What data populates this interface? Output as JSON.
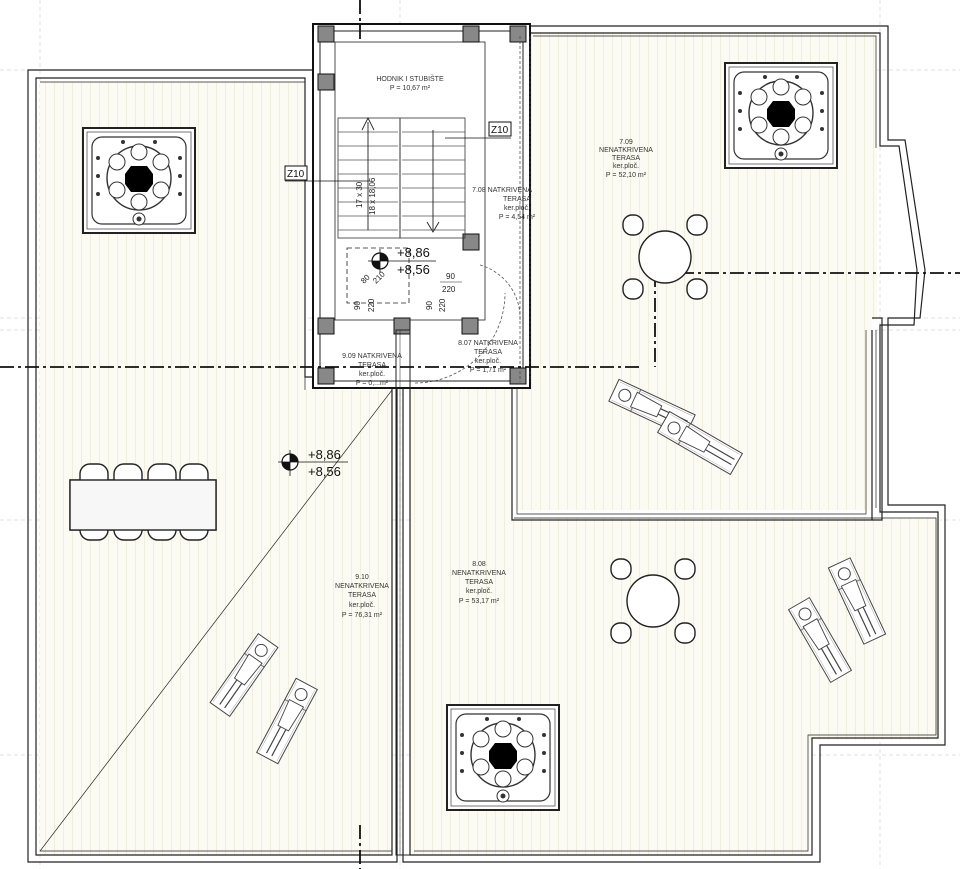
{
  "rooms": {
    "stair": {
      "name": "HODNIK I STUBIŠTE",
      "area": "P = 10,67 m²"
    },
    "r709": {
      "num": "7.09",
      "line1": "NENATKRIVENA",
      "line2": "TERASA",
      "finish": "ker.ploč.",
      "area": "P = 52,10 m²"
    },
    "r708": {
      "num": "7.08",
      "line1": "NATKRIVENA",
      "line2": "TERASA",
      "finish": "ker.ploč.",
      "area": "P = 4,54 m²"
    },
    "r807": {
      "num": "8.07",
      "line1": "NATKRIVENA",
      "line2": "TERASA",
      "finish": "ker.ploč.",
      "area": "P = 1,71 m²"
    },
    "r909": {
      "num": "9.09",
      "line1": "NATKRIVENA",
      "line2": "TERASA",
      "finish": "ker.ploč.",
      "area": "P = 0,...m²"
    },
    "r910": {
      "num": "9.10",
      "line1": "NENATKRIVENA",
      "line2": "TERASA",
      "finish": "ker.ploč.",
      "area": "P = 76,31 m²"
    },
    "r808": {
      "num": "8.08",
      "line1": "NENATKRIVENA",
      "line2": "TERASA",
      "finish": "ker.ploč.",
      "area": "P = 53,17 m²"
    }
  },
  "levels": [
    {
      "top": "+8,86",
      "bottom": "+8,56"
    },
    {
      "top": "+8,86",
      "bottom": "+8,56"
    }
  ],
  "tags": {
    "z10_a": "Z10",
    "z10_b": "Z10"
  },
  "stair_dims": {
    "a": "17 x 30",
    "b": "18 x 18,06"
  },
  "door_dims": {
    "d1_top": "90",
    "d1_bottom": "220",
    "d2_top": "90",
    "d2_bottom": "220",
    "d3_top": "90",
    "d3_bottom": "220",
    "d4": "80",
    "d5": "210"
  }
}
